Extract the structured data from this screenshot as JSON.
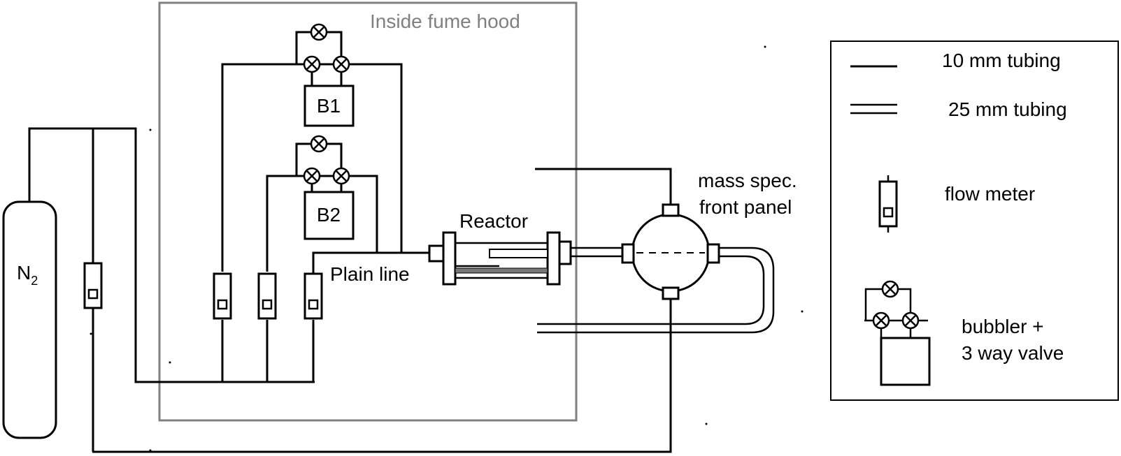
{
  "colors": {
    "line": "#000000",
    "hood": "#808080",
    "background": "#ffffff"
  },
  "labels": {
    "fume_hood": "Inside fume hood",
    "n2": "N",
    "n2_sub": "2",
    "bubbler1": "B1",
    "bubbler2": "B2",
    "reactor": "Reactor",
    "plain_line": "Plain line",
    "ms_line1": "mass spec.",
    "ms_line2": "front panel"
  },
  "legend": {
    "items": [
      {
        "key": "single-line",
        "label": "10 mm tubing"
      },
      {
        "key": "double-line",
        "label": "25 mm tubing"
      },
      {
        "key": "flow-meter-icon",
        "label": "flow meter"
      },
      {
        "key": "bubbler-valve-icon",
        "label_line1": "bubbler +",
        "label_line2": "3 way valve"
      }
    ]
  }
}
